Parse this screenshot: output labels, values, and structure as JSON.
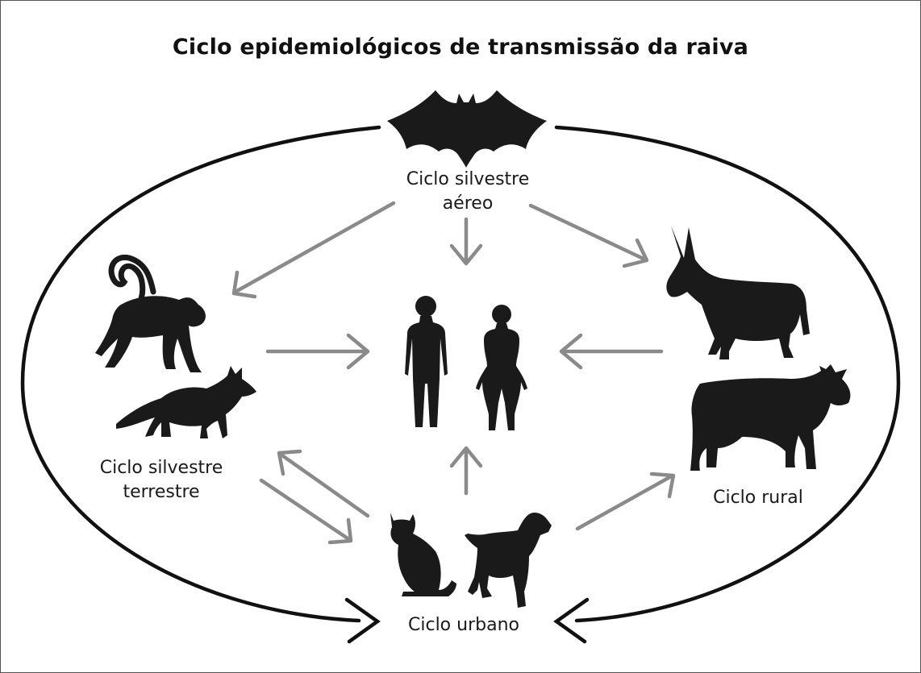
{
  "title": "Ciclo epidemiológicos de transmissão da raiva",
  "cycles": {
    "aerial": {
      "line1": "Ciclo silvestre",
      "line2": "aéreo",
      "icon": "bat-icon"
    },
    "terrestrial": {
      "line1": "Ciclo silvestre",
      "line2": "terrestre",
      "icons": [
        "monkey-icon",
        "fox-icon"
      ]
    },
    "rural": {
      "label": "Ciclo rural",
      "icons": [
        "donkey-icon",
        "cow-icon"
      ]
    },
    "urban": {
      "label": "Ciclo urbano",
      "icons": [
        "cat-icon",
        "dog-icon"
      ]
    },
    "humans": {
      "icons": [
        "man-icon",
        "woman-icon"
      ]
    }
  },
  "colors": {
    "silhouette": "#1a1a1a",
    "arrow": "#8a8a8a",
    "ellipse": "#111111"
  }
}
